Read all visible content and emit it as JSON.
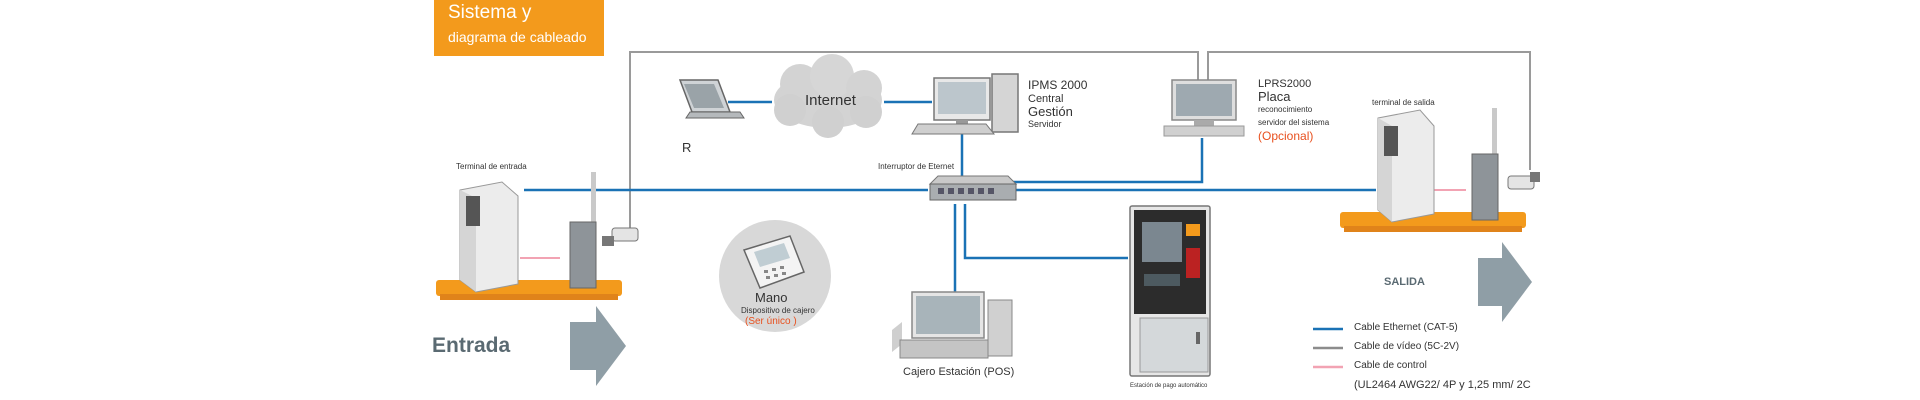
{
  "title": {
    "line1": "Sistema y",
    "line2": "diagrama de cableado"
  },
  "nodes": {
    "internet": "Internet",
    "remote_label": "R",
    "server": {
      "line1": "IPMS 2000",
      "line2": "Central",
      "line3": "Gestión",
      "line4": "Servidor"
    },
    "lprs": {
      "line1": "LPRS2000",
      "line2": "Placa",
      "line3": "reconocimiento",
      "line4": "servidor del sistema",
      "line5": "(Opcional)"
    },
    "entry_terminal": "Terminal de entrada",
    "exit_terminal": "terminal de salida",
    "switch": "Interruptor de Eternet",
    "handheld": {
      "line1": "Mano",
      "line2": "Dispositivo de cajero",
      "line3": "(Ser único )"
    },
    "pos": "Cajero Estación (POS)",
    "pay_station": "Estación de pago automático"
  },
  "directions": {
    "entry": "Entrada",
    "exit": "SALIDA"
  },
  "legend": {
    "items": [
      {
        "label": "Cable Ethernet (CAT-5)",
        "color": "#1a72b5"
      },
      {
        "label": "Cable de vídeo (5C-2V)",
        "color": "#8c8c8c"
      },
      {
        "label": "Cable de control",
        "color": "#f2a3b3"
      }
    ],
    "note": "(UL2464 AWG22/ 4P y 1,25 mm/ 2C"
  },
  "colors": {
    "accent": "#f39a1c",
    "ethernet": "#1a72b5",
    "video": "#8c8c8c",
    "control": "#f2a3b3",
    "platform": "#f39a1c",
    "arrow": "#8f9ea6",
    "red_text": "#e8501e"
  }
}
